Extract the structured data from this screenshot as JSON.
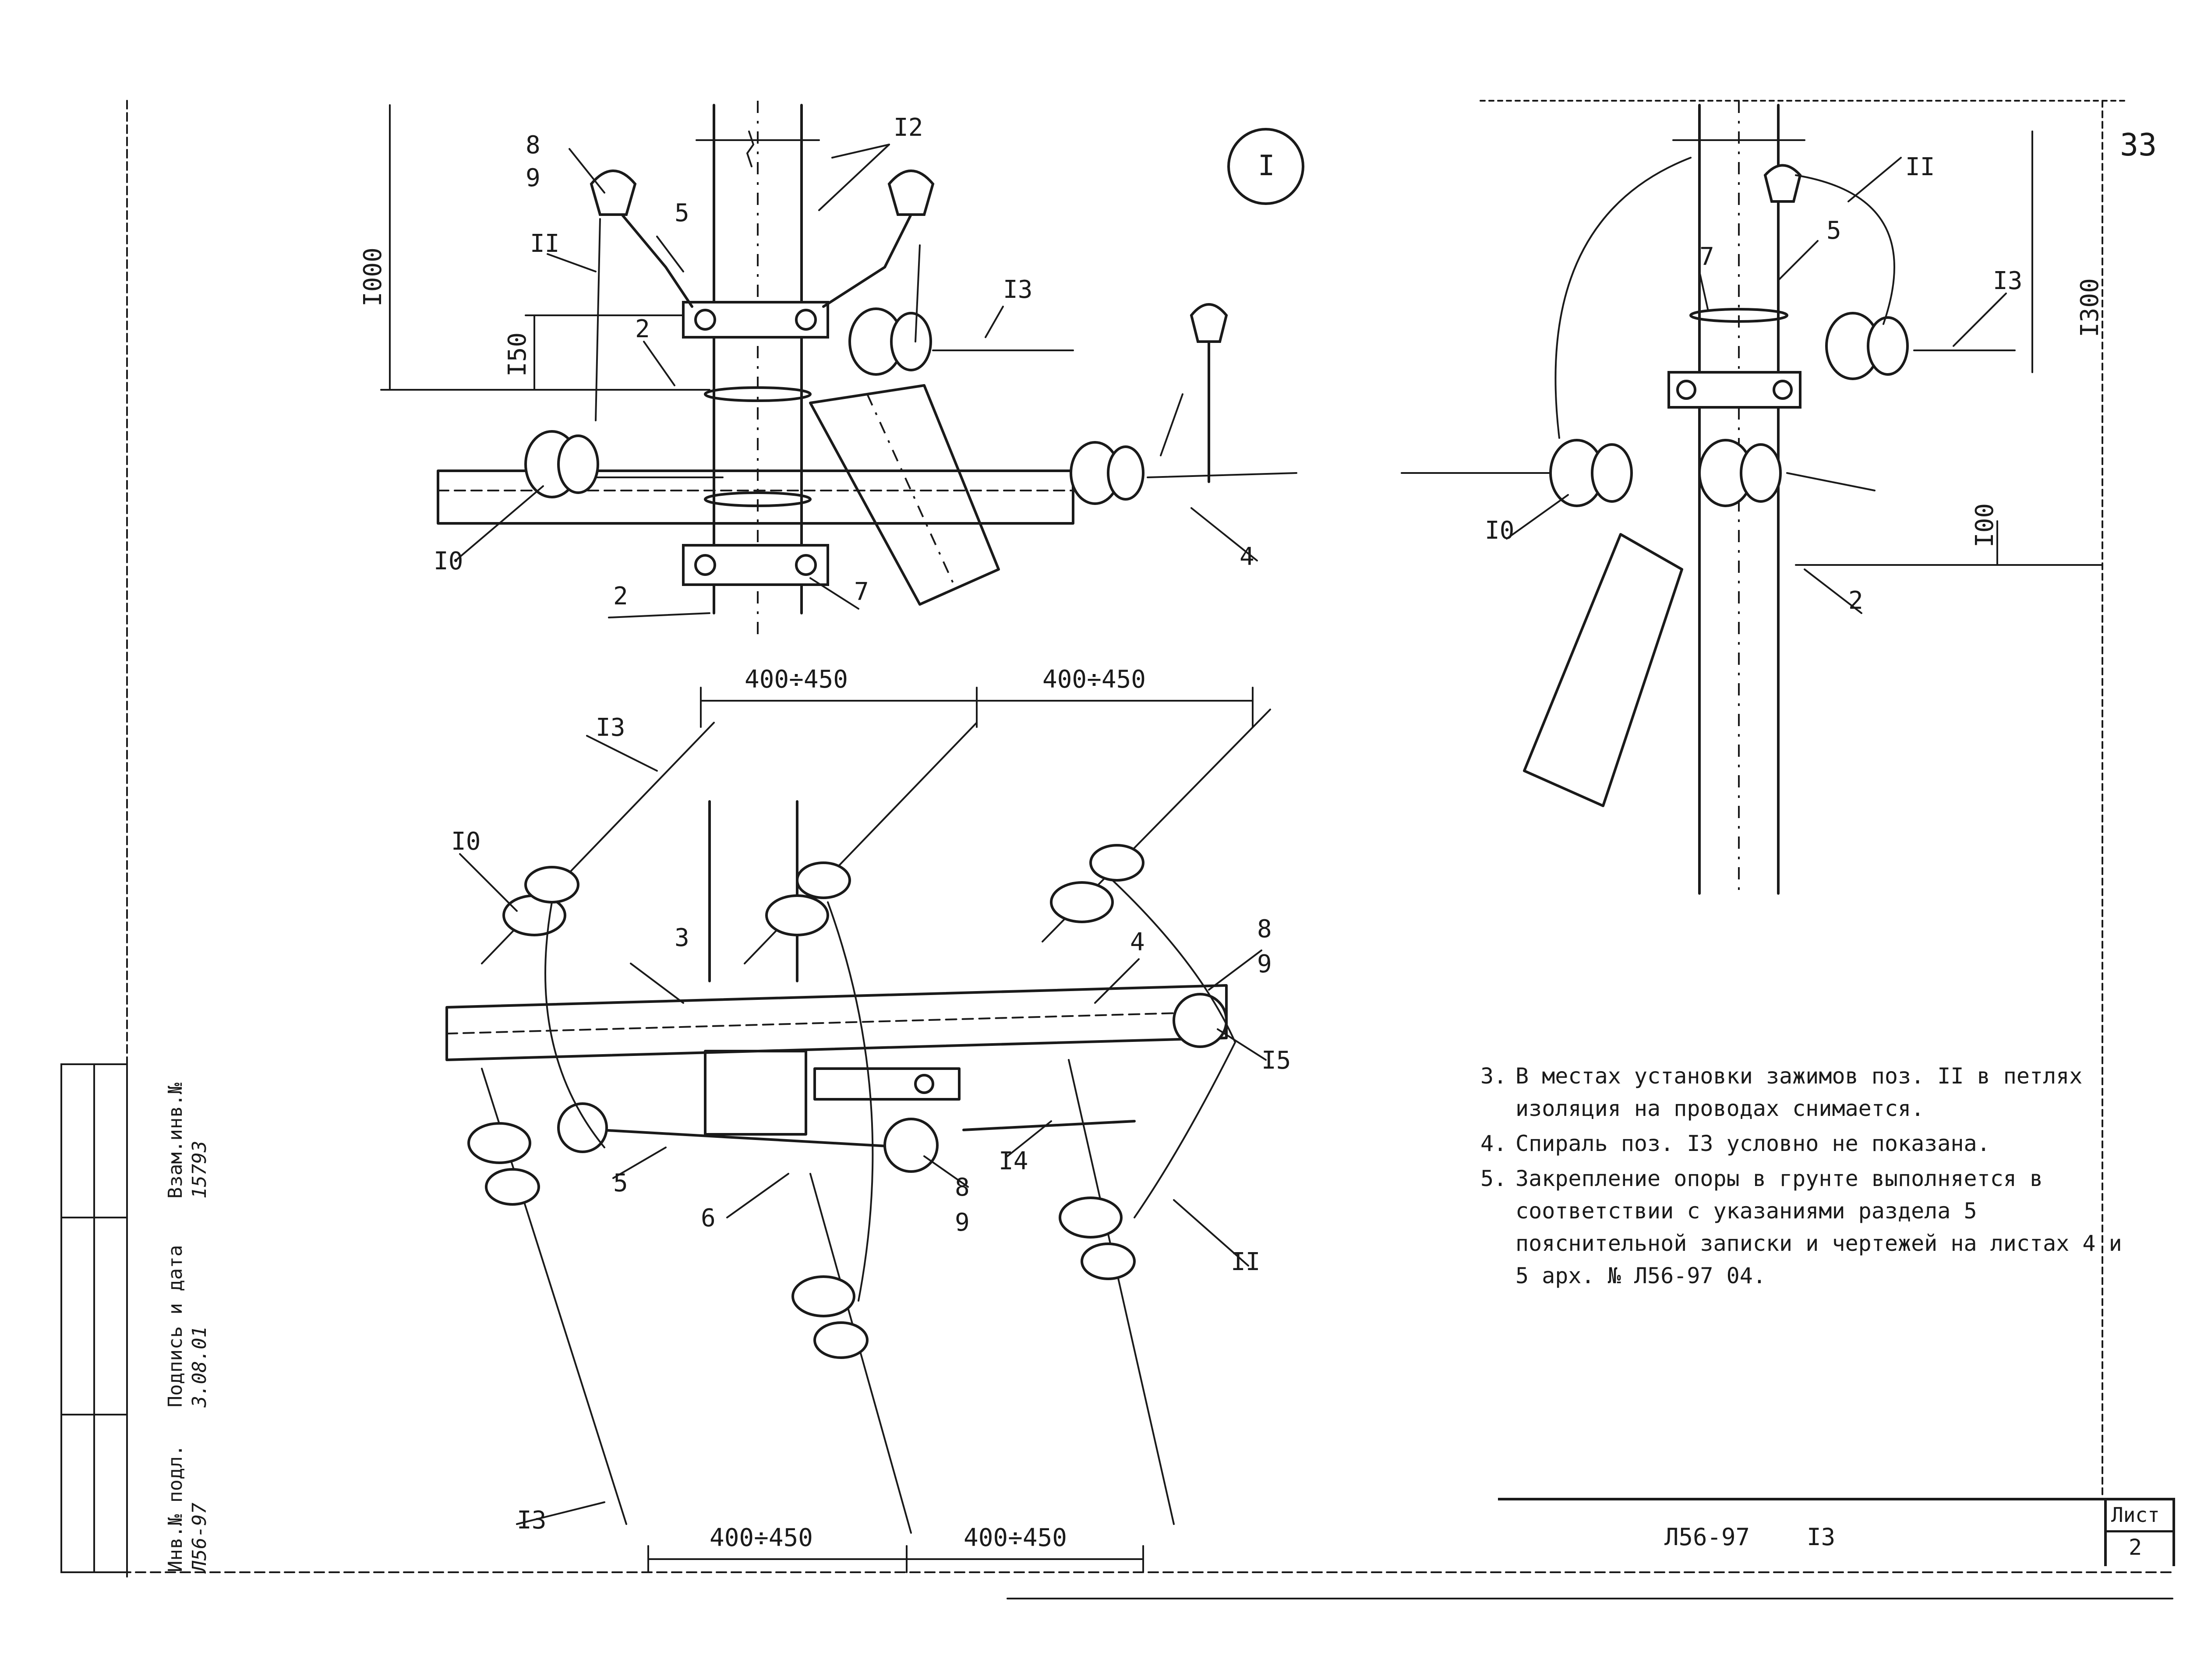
{
  "page_number": "33",
  "section_marker": "I",
  "view_main": {
    "dims": {
      "d1000": "I000",
      "d150": "I50"
    },
    "callouts": {
      "c8": "8",
      "c9": "9",
      "c11": "II",
      "c5": "5",
      "c12": "I2",
      "c13": "I3",
      "c2a": "2",
      "c2b": "2",
      "c10": "I0",
      "c7": "7",
      "c4": "4"
    }
  },
  "view_side": {
    "dims": {
      "d1300": "I300",
      "d100": "I00"
    },
    "callouts": {
      "c11": "II",
      "c5": "5",
      "c7": "7",
      "c13": "I3",
      "c10": "I0",
      "c2": "2"
    }
  },
  "view_plan": {
    "dims": {
      "top_left": "400÷450",
      "top_right": "400÷450",
      "bottom_left": "400÷450",
      "bottom_right": "400÷450"
    },
    "callouts": {
      "c13a": "I3",
      "c10": "I0",
      "c3": "3",
      "c4": "4",
      "c8a": "8",
      "c9a": "9",
      "c15": "I5",
      "c5": "5",
      "c6": "6",
      "c8b": "8",
      "c9b": "9",
      "c14": "I4",
      "c11": "II",
      "c13b": "I3"
    }
  },
  "notes": [
    {
      "num": "3.",
      "text": "В местах установки зажимов поз. II в петлях изоляция на проводах снимается."
    },
    {
      "num": "4.",
      "text": "Спираль поз. I3 условно не показана."
    },
    {
      "num": "5.",
      "text": "Закрепление опоры в грунте выполняется в соответствии с указаниями раздела 5 пояснительной записки и чертежей на листах 4 и 5 арх. № Л56-97 04."
    }
  ],
  "title_block": {
    "code": "Л56-97",
    "sheet_code": "I3",
    "sheet_label": "Лист",
    "sheet_number": "2"
  },
  "stamp": {
    "inv_label": "Инв.№ подл.",
    "sign_label": "Подпись и дата",
    "inv2_label": "Взам.инв.№",
    "inv_value": "Л56-97",
    "date_value": "3.08.01",
    "inv2_value": "15793"
  }
}
